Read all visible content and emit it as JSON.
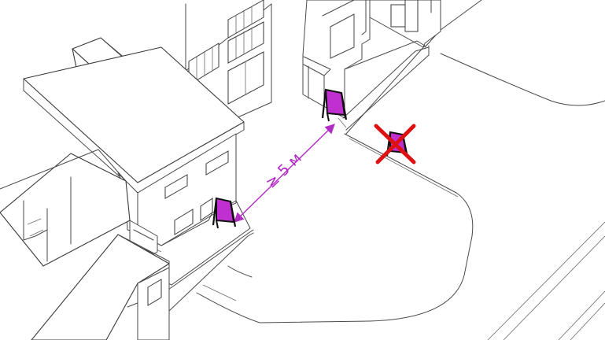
{
  "dimension": {
    "label": "≥ 5 м"
  },
  "colors": {
    "sign_fill": "#c02fd0",
    "sign_frame": "#111111",
    "dimension_line": "#b02cc3",
    "forbidden_cross": "#dd1111",
    "line_art": "#4a4a4a"
  },
  "signs": [
    {
      "id": "sign-upper",
      "status": "allowed"
    },
    {
      "id": "sign-lower",
      "status": "allowed"
    },
    {
      "id": "sign-corner",
      "status": "forbidden"
    }
  ],
  "icons": [
    "sandwich-board-sign-icon",
    "cross-out-icon",
    "arrow-head-icon"
  ]
}
